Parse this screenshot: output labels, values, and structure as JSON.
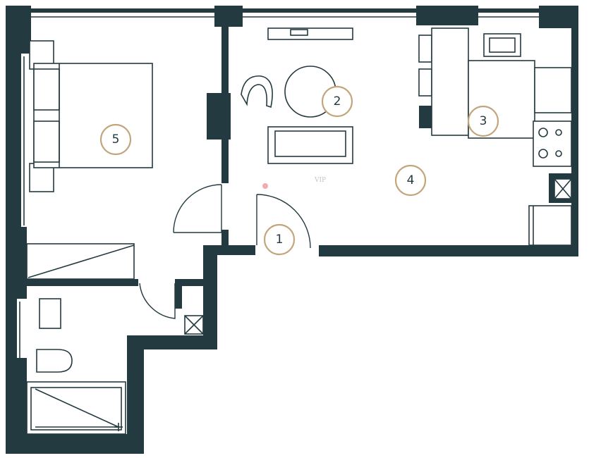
{
  "plan": {
    "rooms": [
      {
        "id": "entrance",
        "label": "1"
      },
      {
        "id": "living",
        "label": "2"
      },
      {
        "id": "kitchen",
        "label": "3"
      },
      {
        "id": "studio",
        "label": "4"
      },
      {
        "id": "bedroom",
        "label": "5"
      }
    ],
    "watermark": "VIP",
    "colors": {
      "wall": "#233a40",
      "badge_ring": "#c2a57b",
      "marker": "#f4aab0"
    }
  }
}
